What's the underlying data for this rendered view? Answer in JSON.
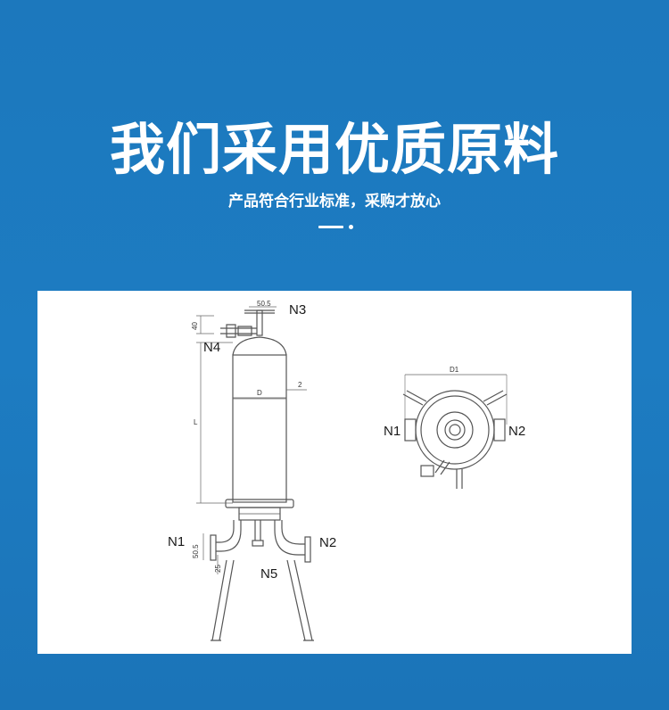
{
  "header": {
    "title": "我们采用优质原料",
    "subtitle": "产品符合行业标准，采购才放心"
  },
  "diagram": {
    "labels": {
      "n1": "N1",
      "n2": "N2",
      "n3": "N3",
      "n4": "N4",
      "n5": "N5",
      "top_n1": "N1",
      "top_n2": "N2"
    },
    "dimensions": {
      "top_width": "50.5",
      "top_height": "40",
      "body_length": "L",
      "diameter": "D",
      "wall": "2",
      "flange": "50.5",
      "pipe": "25",
      "top_diameter": "D1"
    }
  },
  "colors": {
    "background": "#1c78bd",
    "panel": "#ffffff",
    "line": "#555555"
  }
}
